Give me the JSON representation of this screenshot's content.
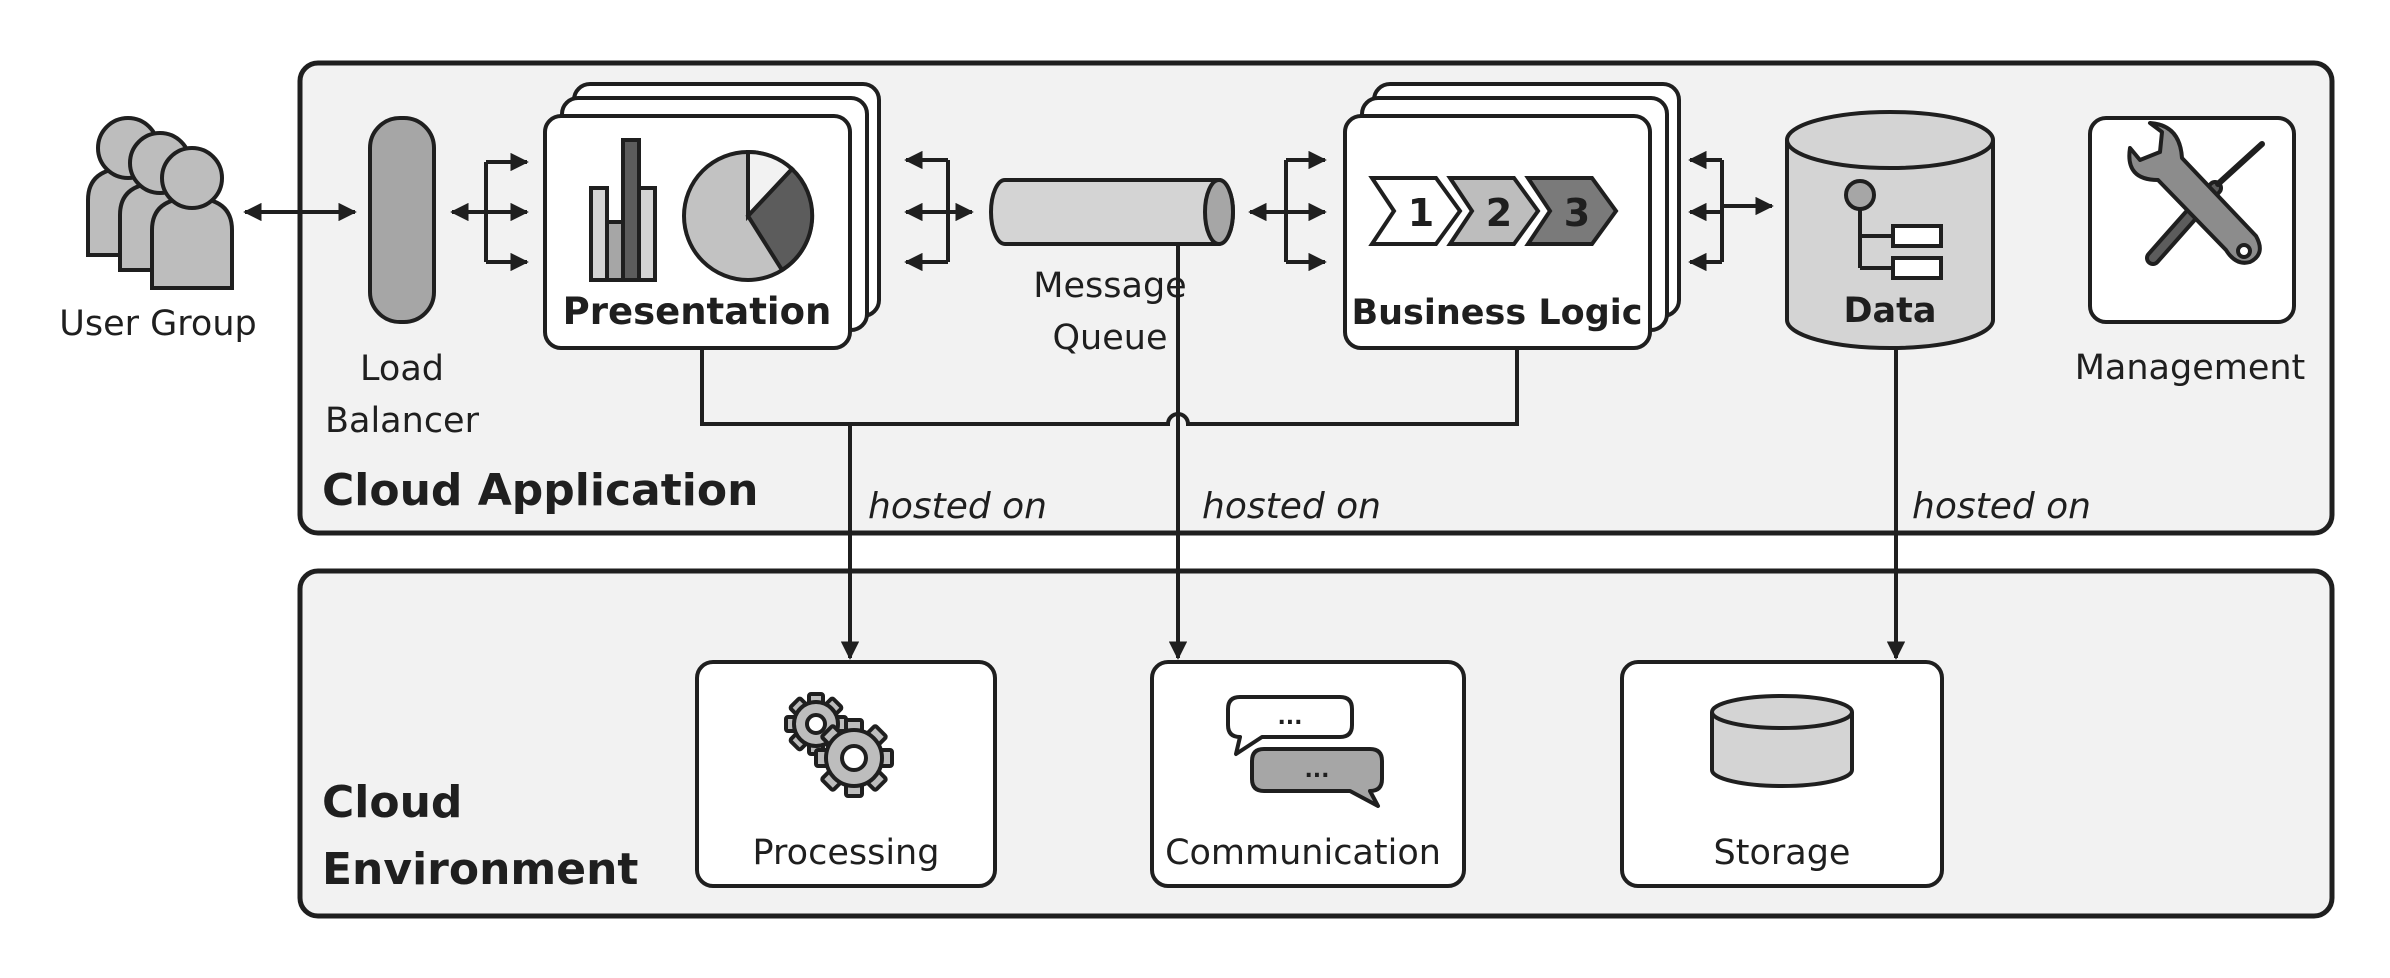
{
  "containers": {
    "application": {
      "label": "Cloud Application"
    },
    "environment": {
      "label_line1": "Cloud",
      "label_line2": "Environment"
    }
  },
  "components": {
    "user_group": {
      "label": "User Group"
    },
    "load_balancer": {
      "label_line1": "Load",
      "label_line2": "Balancer"
    },
    "presentation": {
      "label": "Presentation"
    },
    "message_queue": {
      "label_line1": "Message",
      "label_line2": "Queue"
    },
    "business_logic": {
      "label": "Business Logic",
      "steps": [
        "1",
        "2",
        "3"
      ]
    },
    "data": {
      "label": "Data"
    },
    "management": {
      "label": "Management"
    }
  },
  "resources": {
    "processing": {
      "label": "Processing"
    },
    "communication": {
      "label": "Communication",
      "bubble_text": "..."
    },
    "storage": {
      "label": "Storage"
    }
  },
  "relations": {
    "hosted_on_1": "hosted on",
    "hosted_on_2": "hosted on",
    "hosted_on_3": "hosted on"
  },
  "colors": {
    "stroke": "#1f1f1f",
    "container_fill": "#f2f2f2",
    "light_gray": "#d4d4d4",
    "mid_gray": "#a6a6a6",
    "dark_gray": "#5c5c5c"
  },
  "icons": [
    "users-icon",
    "bar-chart-icon",
    "pie-chart-icon",
    "chevron-steps-icon",
    "database-icon",
    "tree-icon",
    "tools-icon",
    "gears-icon",
    "chat-bubbles-icon",
    "storage-icon"
  ]
}
